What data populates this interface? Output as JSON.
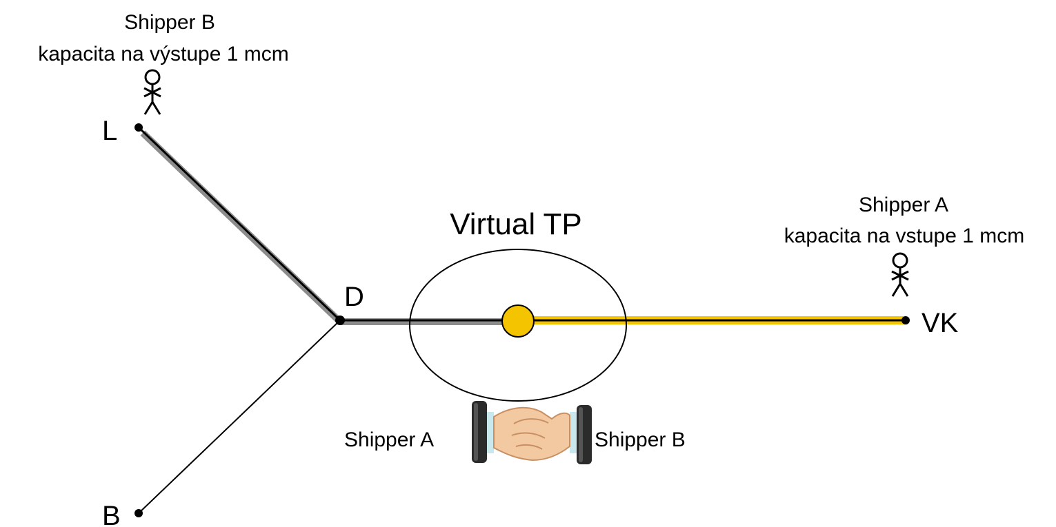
{
  "shipper_b": {
    "name": "Shipper B",
    "capacity": "kapacita na výstupe 1 mcm"
  },
  "shipper_a": {
    "name": "Shipper A",
    "capacity": "kapacita na vstupe 1 mcm"
  },
  "nodes": {
    "L": "L",
    "D": "D",
    "B": "B",
    "VK": "VK"
  },
  "virtual_tp": "Virtual TP",
  "handshake": {
    "left": "Shipper A",
    "right": "Shipper B"
  },
  "colors": {
    "grey_route": "#8c8c8c",
    "yellow_route": "#f5c400",
    "line": "#000000"
  },
  "icons": [
    "person-icon",
    "handshake-icon"
  ]
}
